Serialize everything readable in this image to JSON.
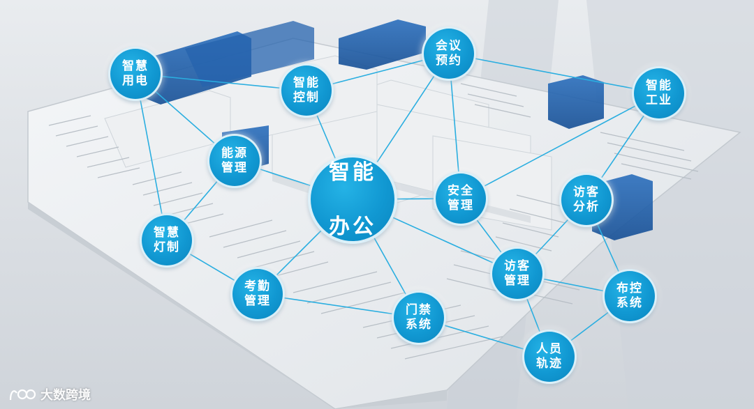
{
  "center_node": {
    "line1": "智能",
    "line2": "办公"
  },
  "nodes": {
    "smart_power": {
      "label": "智慧\n用电"
    },
    "smart_control": {
      "label": "智能\n控制"
    },
    "meeting_booking": {
      "label": "会议\n预约"
    },
    "smart_industry": {
      "label": "智能\n工业"
    },
    "energy_management": {
      "label": "能源\n管理"
    },
    "security_management": {
      "label": "安全\n管理"
    },
    "visitor_analysis": {
      "label": "访客\n分析"
    },
    "smart_lighting": {
      "label": "智慧\n灯制"
    },
    "attendance_management": {
      "label": "考勤\n管理"
    },
    "access_control": {
      "label": "门禁\n系统"
    },
    "visitor_management": {
      "label": "访客\n管理"
    },
    "deployment_system": {
      "label": "布控\n系统"
    },
    "personnel_trajectory": {
      "label": "人员\n轨迹"
    }
  },
  "watermark": {
    "text": "大数跨境"
  },
  "colors": {
    "node_fill": "#1198d2",
    "connector": "#2aaee0",
    "room_wall": "#1f5fa8"
  }
}
